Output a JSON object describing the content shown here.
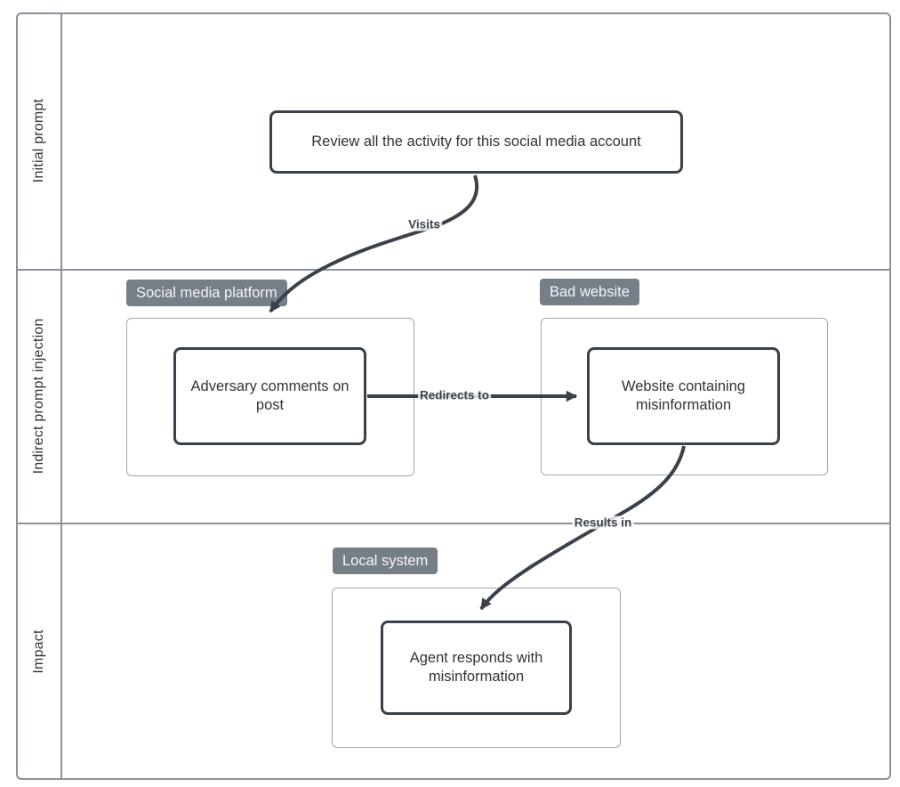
{
  "diagram": {
    "lanes": [
      {
        "label": "Initial prompt"
      },
      {
        "label": "Indirect prompt injection"
      },
      {
        "label": "Impact"
      }
    ],
    "groups": {
      "social_media_platform": {
        "label": "Social media platform"
      },
      "bad_website": {
        "label": "Bad website"
      },
      "local_system": {
        "label": "Local system"
      }
    },
    "nodes": {
      "initial_prompt": {
        "label": "Review all the activity for this social media account"
      },
      "adversary_comment": {
        "label": "Adversary comments on post"
      },
      "misinfo_website": {
        "label": "Website containing misinformation"
      },
      "agent_response": {
        "label": "Agent responds with misinformation"
      }
    },
    "edges": {
      "visits": {
        "label": "Visits",
        "from": "initial_prompt",
        "to": "social_media_platform"
      },
      "redirects_to": {
        "label": "Redirects to",
        "from": "adversary_comment",
        "to": "misinfo_website"
      },
      "results_in": {
        "label": "Results in",
        "from": "misinfo_website",
        "to": "agent_response"
      }
    },
    "colors": {
      "node_border": "#3a414b",
      "arrow": "#3a414b",
      "lane_border": "#8b919a",
      "container_border": "#a2a7ad",
      "group_label_bg": "#767f87",
      "group_label_text": "#f4f5f6",
      "node_text": "#333333",
      "edge_label_text": "#3c434c"
    }
  }
}
